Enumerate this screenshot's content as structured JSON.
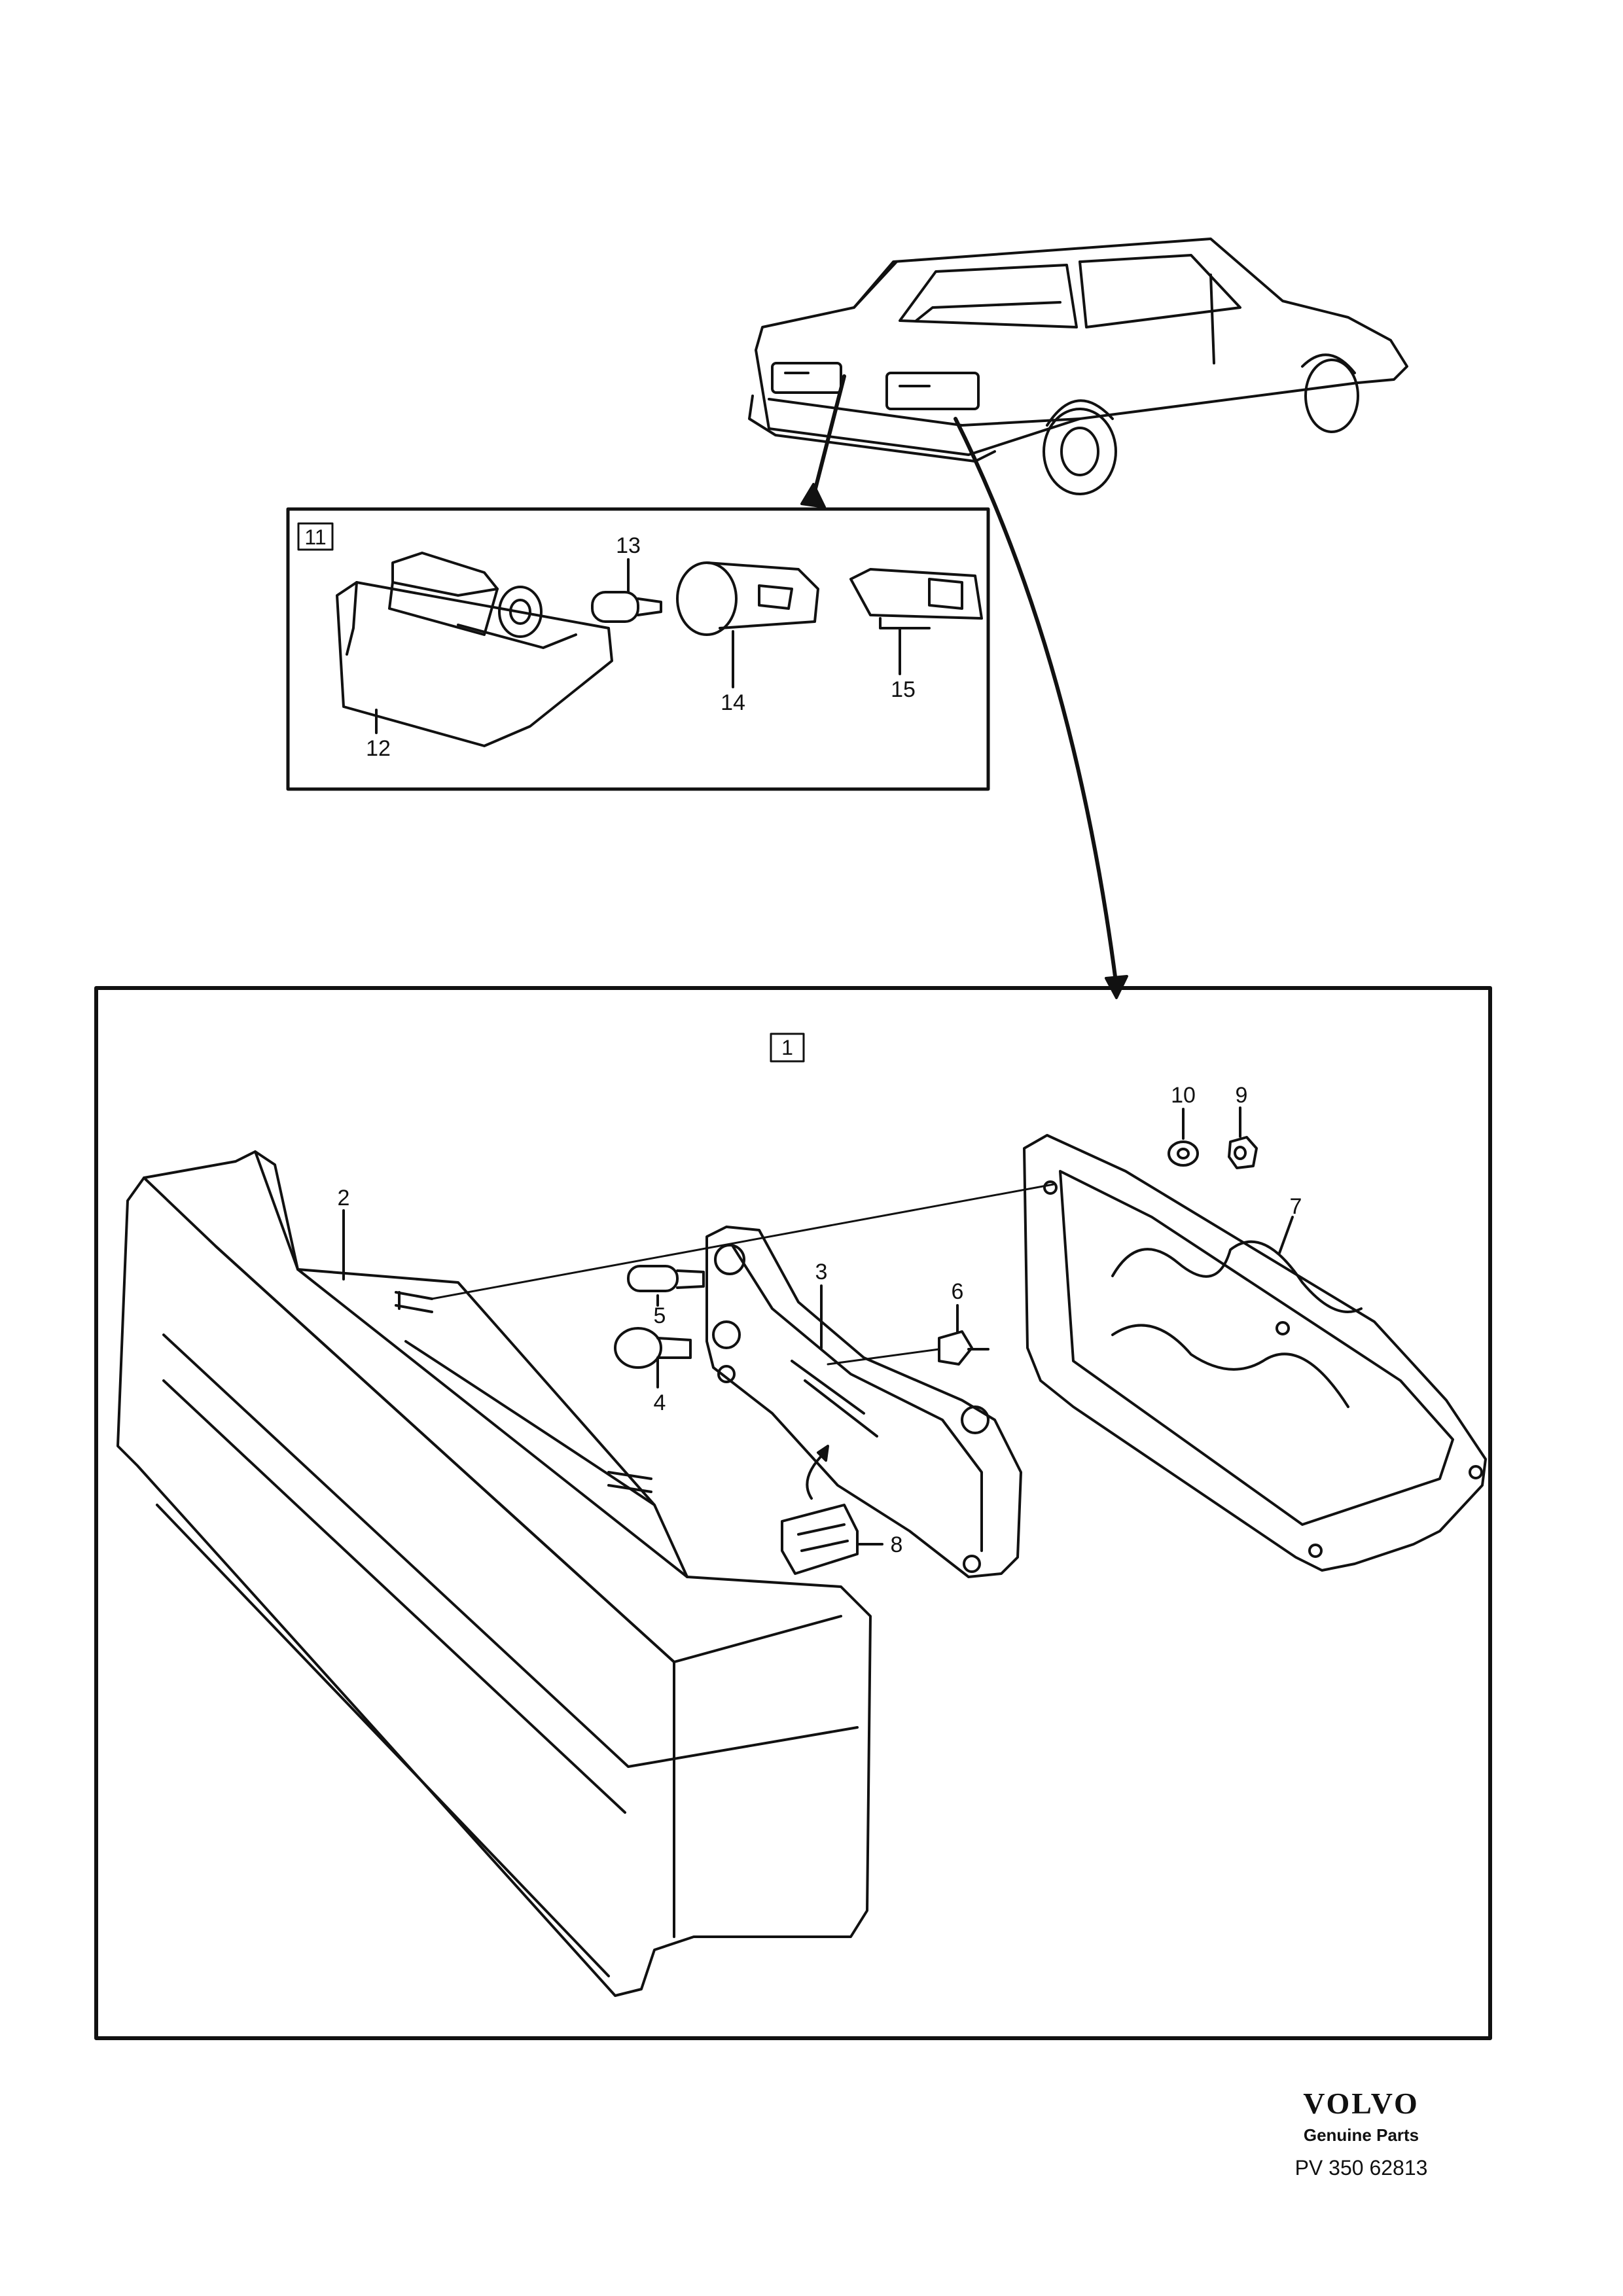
{
  "diagram": {
    "callouts": [
      {
        "id": "c1",
        "text": "1"
      },
      {
        "id": "c2",
        "text": "2"
      },
      {
        "id": "c3",
        "text": "3"
      },
      {
        "id": "c4",
        "text": "4"
      },
      {
        "id": "c5",
        "text": "5"
      },
      {
        "id": "c6",
        "text": "6"
      },
      {
        "id": "c7",
        "text": "7"
      },
      {
        "id": "c8",
        "text": "8"
      },
      {
        "id": "c9",
        "text": "9"
      },
      {
        "id": "c10",
        "text": "10"
      },
      {
        "id": "c11",
        "text": "11"
      },
      {
        "id": "c12",
        "text": "12"
      },
      {
        "id": "c13",
        "text": "13"
      },
      {
        "id": "c14",
        "text": "14"
      },
      {
        "id": "c15",
        "text": "15"
      }
    ]
  },
  "footer": {
    "brand": "VOLVO",
    "subtitle": "Genuine Parts",
    "reference": "PV 350 62813"
  }
}
